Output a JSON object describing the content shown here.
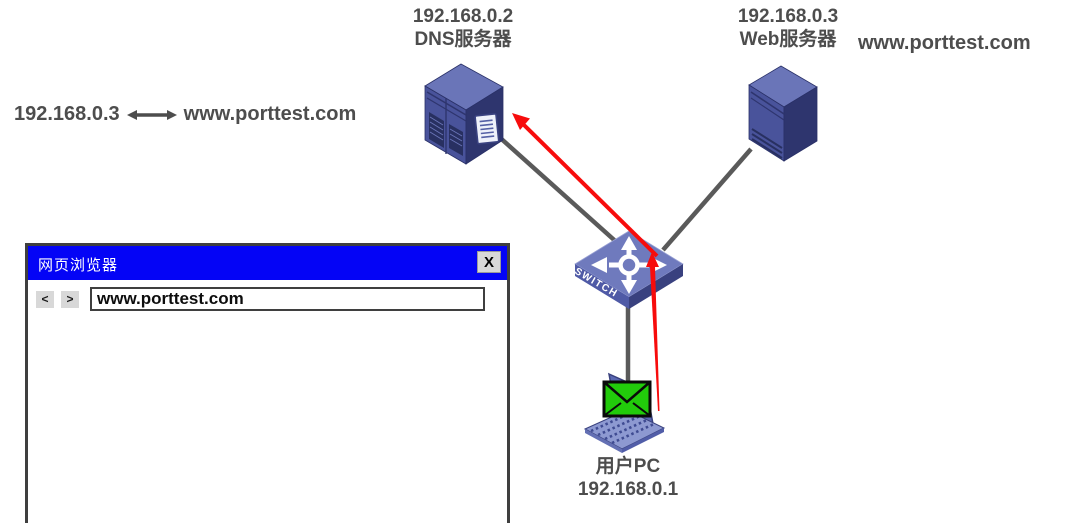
{
  "diagram": {
    "dns_server": {
      "ip": "192.168.0.2",
      "name": "DNS服务器"
    },
    "web_server": {
      "ip": "192.168.0.3",
      "name": "Web服务器",
      "domain": "www.porttest.com"
    },
    "dns_mapping": {
      "ip": "192.168.0.3",
      "domain": "www.porttest.com"
    },
    "switch": {
      "label": "SWITCH"
    },
    "user_pc": {
      "name": "用户PC",
      "ip": "192.168.0.1"
    },
    "icons": {
      "dns_server": "server-tower-icon",
      "web_server": "server-tower-icon",
      "switch": "switch-crossroads-icon",
      "user_pc": "laptop-icon",
      "message": "mail-envelope-icon",
      "dns_record": "document-icon",
      "mapping_arrow": "double-headed-arrow",
      "query_flow": "red-arrow"
    }
  },
  "browser": {
    "title": "网页浏览器",
    "close_label": "X",
    "back_label": "<",
    "forward_label": ">",
    "address_value": "www.porttest.com"
  },
  "colors": {
    "title_bar_blue": "#0404f6",
    "arrow_red": "#f70c0c",
    "envelope_green": "#22cb0b",
    "server_navy": "#2e356e",
    "server_mid": "#49539b",
    "server_top": "#6a75b8",
    "label_gray": "#4d4d4d",
    "line_gray": "#5a5a5a"
  }
}
